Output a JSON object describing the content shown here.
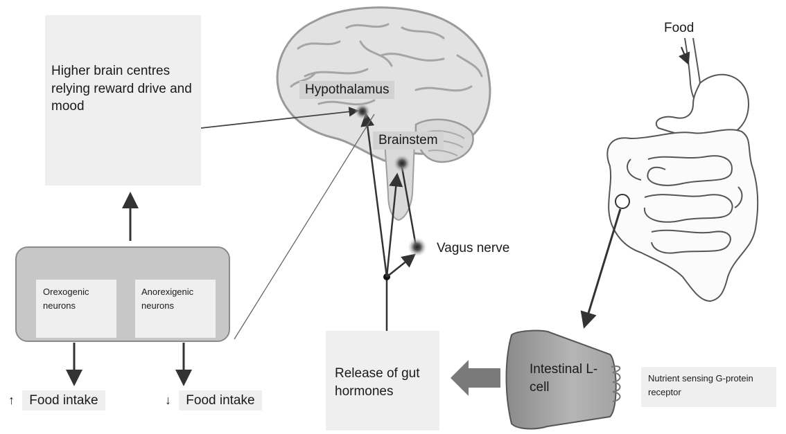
{
  "higher_brain": "Higher brain centres relying reward drive and mood",
  "hypothalamus": "Hypothalamus",
  "brainstem": "Brainstem",
  "vagus_nerve": "Vagus nerve",
  "food": "Food",
  "orexigenic": "Orexogenic neurons",
  "anorexigenic": "Anorexigenic neurons",
  "food_intake_up": {
    "arrow": "↑",
    "label": "Food intake"
  },
  "food_intake_down": {
    "arrow": "↓",
    "label": "Food intake"
  },
  "release_gut": "Release of gut hormones",
  "intestinal": "Intestinal L-cell",
  "nutrient_receptor": "Nutrient sensing G-protein receptor"
}
